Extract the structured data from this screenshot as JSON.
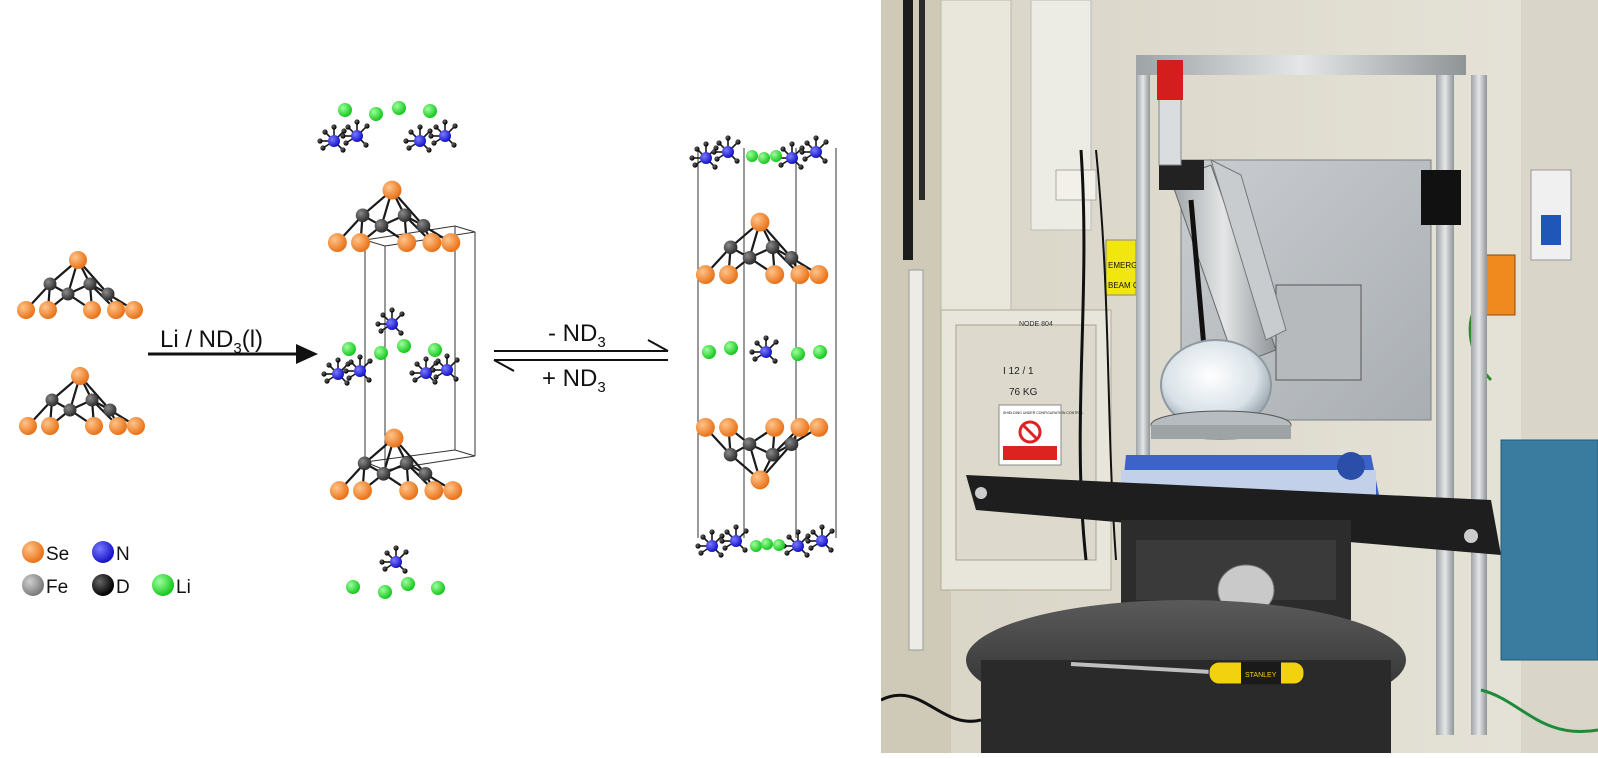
{
  "colors": {
    "se": "#e8731a",
    "fe": "#3a3a3a",
    "n": "#1919d2",
    "d": "#111111",
    "li": "#22d62a",
    "legend_fe": "#8a8a8a"
  },
  "reaction": {
    "forward_label": {
      "main": "Li / ND",
      "sub": "3",
      "tail": "(l)"
    },
    "reverse_top": {
      "main": "- ND",
      "sub": "3"
    },
    "reverse_bottom": {
      "main": "+ ND",
      "sub": "3"
    }
  },
  "legend": [
    {
      "symbol": "Se",
      "color_key": "se"
    },
    {
      "symbol": "N",
      "color_key": "n"
    },
    {
      "symbol": "Fe",
      "color_key": "legend_fe"
    },
    {
      "symbol": "D",
      "color_key": "d"
    },
    {
      "symbol": "Li",
      "color_key": "li"
    }
  ],
  "photo": {
    "sign_text": [
      "EMERGE",
      "BEAM C"
    ],
    "door_text": [
      "NODE 804",
      "I 12 / 1",
      "76 KG"
    ],
    "notice_text": "SHIELDING UNDER CONFIGURATION CONTROL",
    "screwdriver_brand": "STANLEY"
  }
}
